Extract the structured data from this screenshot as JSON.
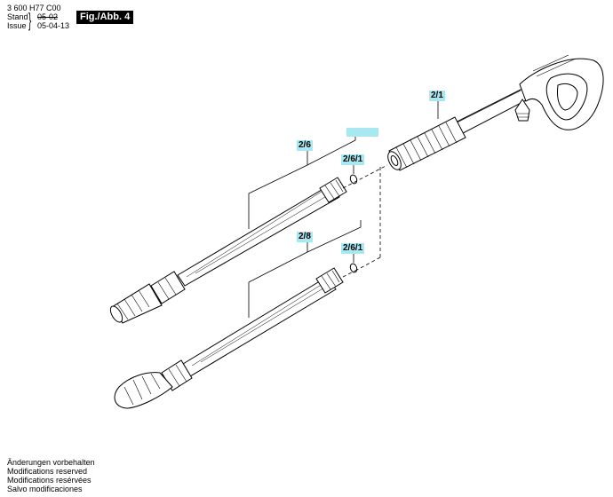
{
  "header": {
    "doc_number": "3 600 H77 C00",
    "stand_label": "Stand",
    "issue_label": "Issue",
    "old_date": "05-02",
    "new_date": "05-04-13",
    "figure_label": "Fig./Abb. 4"
  },
  "callouts": {
    "part_2_1": "2/1",
    "part_2_6": "2/6",
    "part_2_6_1_upper": "2/6/1",
    "part_2_8": "2/8",
    "part_2_6_1_lower": "2/6/1"
  },
  "footer": {
    "lines": [
      "Änderungen vorbehalten",
      "Modifications reserved",
      "Modifications resérvées",
      "Salvo modificaciones"
    ]
  },
  "colors": {
    "callout_highlight": "#a9e7f1",
    "line": "#000000",
    "background": "#ffffff"
  }
}
